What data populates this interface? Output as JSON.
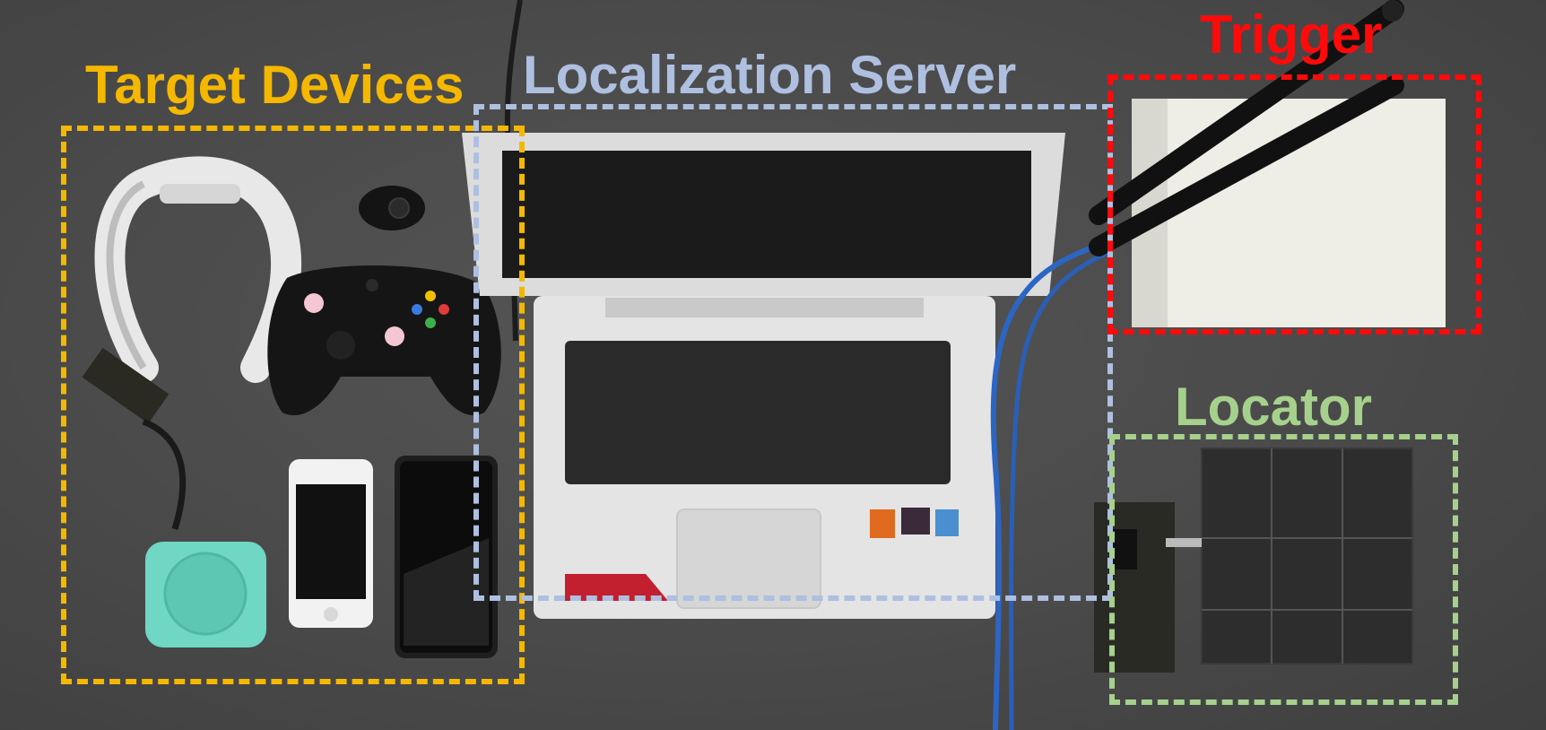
{
  "labels": {
    "target_devices": "Target Devices",
    "localization_server": "Localization Server",
    "trigger": "Trigger",
    "locator": "Locator"
  },
  "colors": {
    "target_devices": "#f5b800",
    "localization_server": "#aebfe0",
    "trigger": "#ff0a0a",
    "locator": "#a6d18c",
    "table": "#4a4a4a"
  }
}
